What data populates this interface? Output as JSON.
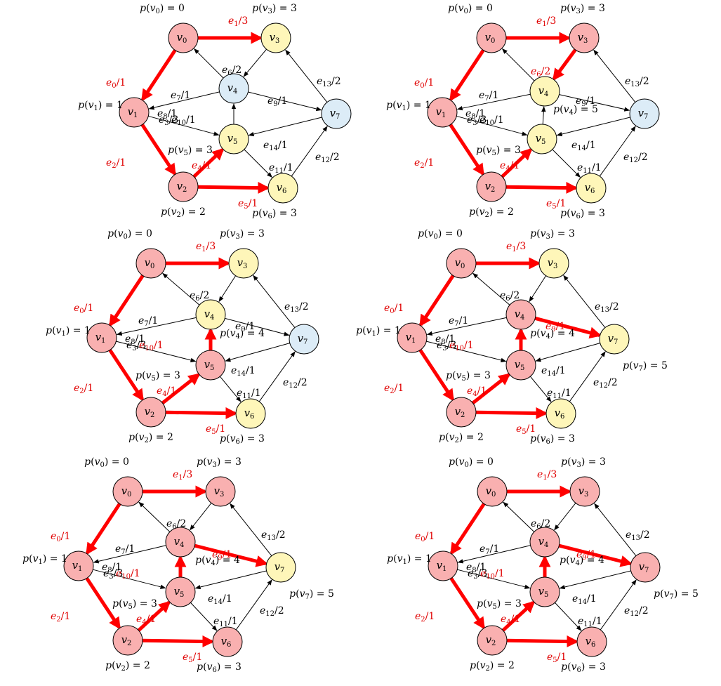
{
  "colors": {
    "visited_fill": "#f9b0b0",
    "frontier_fill": "#fef6b9",
    "unvisited_fill": "#dcecf7",
    "tree_edge": "#ff0000",
    "normal_edge": "#000000",
    "tree_label": "#e00000",
    "normal_label": "#000000"
  },
  "panels": [
    {
      "id": "step-1",
      "node_states": [
        "visited",
        "visited",
        "visited",
        "frontier",
        "unvisited",
        "frontier",
        "frontier",
        "unvisited"
      ],
      "tree_edges": [
        "e0",
        "e1",
        "e2",
        "e4",
        "e5"
      ],
      "potentials": [
        {
          "node": "v0",
          "value": "0"
        },
        {
          "node": "v1",
          "value": "1"
        },
        {
          "node": "v2",
          "value": "2"
        },
        {
          "node": "v3",
          "value": "3"
        },
        {
          "node": "v5",
          "value": "3"
        },
        {
          "node": "v6",
          "value": "3"
        }
      ]
    },
    {
      "id": "step-2",
      "node_states": [
        "visited",
        "visited",
        "visited",
        "visited",
        "frontier",
        "frontier",
        "frontier",
        "unvisited"
      ],
      "tree_edges": [
        "e0",
        "e1",
        "e2",
        "e4",
        "e5",
        "e6"
      ],
      "potentials": [
        {
          "node": "v0",
          "value": "0"
        },
        {
          "node": "v1",
          "value": "1"
        },
        {
          "node": "v2",
          "value": "2"
        },
        {
          "node": "v3",
          "value": "3"
        },
        {
          "node": "v4",
          "value": "5"
        },
        {
          "node": "v5",
          "value": "3"
        },
        {
          "node": "v6",
          "value": "3"
        }
      ]
    },
    {
      "id": "step-3",
      "node_states": [
        "visited",
        "visited",
        "visited",
        "frontier",
        "frontier",
        "visited",
        "frontier",
        "unvisited"
      ],
      "tree_edges": [
        "e0",
        "e1",
        "e2",
        "e4",
        "e5",
        "e10"
      ],
      "potentials": [
        {
          "node": "v0",
          "value": "0"
        },
        {
          "node": "v1",
          "value": "1"
        },
        {
          "node": "v2",
          "value": "2"
        },
        {
          "node": "v3",
          "value": "3"
        },
        {
          "node": "v4",
          "value": "4"
        },
        {
          "node": "v5",
          "value": "3"
        },
        {
          "node": "v6",
          "value": "3"
        }
      ]
    },
    {
      "id": "step-4",
      "node_states": [
        "visited",
        "visited",
        "visited",
        "frontier",
        "visited",
        "visited",
        "frontier",
        "frontier"
      ],
      "tree_edges": [
        "e0",
        "e1",
        "e2",
        "e4",
        "e5",
        "e9",
        "e10"
      ],
      "potentials": [
        {
          "node": "v0",
          "value": "0"
        },
        {
          "node": "v1",
          "value": "1"
        },
        {
          "node": "v2",
          "value": "2"
        },
        {
          "node": "v3",
          "value": "3"
        },
        {
          "node": "v4",
          "value": "4"
        },
        {
          "node": "v5",
          "value": "3"
        },
        {
          "node": "v6",
          "value": "3"
        },
        {
          "node": "v7",
          "value": "5"
        }
      ]
    },
    {
      "id": "step-5",
      "node_states": [
        "visited",
        "visited",
        "visited",
        "visited",
        "visited",
        "visited",
        "visited",
        "frontier"
      ],
      "tree_edges": [
        "e0",
        "e1",
        "e2",
        "e4",
        "e5",
        "e9",
        "e10"
      ],
      "potentials": [
        {
          "node": "v0",
          "value": "0"
        },
        {
          "node": "v1",
          "value": "1"
        },
        {
          "node": "v2",
          "value": "2"
        },
        {
          "node": "v3",
          "value": "3"
        },
        {
          "node": "v4",
          "value": "4"
        },
        {
          "node": "v5",
          "value": "3"
        },
        {
          "node": "v6",
          "value": "3"
        },
        {
          "node": "v7",
          "value": "5"
        }
      ]
    },
    {
      "id": "step-6",
      "node_states": [
        "visited",
        "visited",
        "visited",
        "visited",
        "visited",
        "visited",
        "visited",
        "visited"
      ],
      "tree_edges": [
        "e0",
        "e1",
        "e2",
        "e4",
        "e5",
        "e9",
        "e10"
      ],
      "potentials": [
        {
          "node": "v0",
          "value": "0"
        },
        {
          "node": "v1",
          "value": "1"
        },
        {
          "node": "v2",
          "value": "2"
        },
        {
          "node": "v3",
          "value": "3"
        },
        {
          "node": "v4",
          "value": "4"
        },
        {
          "node": "v5",
          "value": "3"
        },
        {
          "node": "v6",
          "value": "3"
        },
        {
          "node": "v7",
          "value": "5"
        }
      ]
    }
  ],
  "graph": {
    "nodes": [
      {
        "id": "v0",
        "name": "v",
        "sub": "0"
      },
      {
        "id": "v1",
        "name": "v",
        "sub": "1"
      },
      {
        "id": "v2",
        "name": "v",
        "sub": "2"
      },
      {
        "id": "v3",
        "name": "v",
        "sub": "3"
      },
      {
        "id": "v4",
        "name": "v",
        "sub": "4"
      },
      {
        "id": "v5",
        "name": "v",
        "sub": "5"
      },
      {
        "id": "v6",
        "name": "v",
        "sub": "6"
      },
      {
        "id": "v7",
        "name": "v",
        "sub": "7"
      }
    ],
    "edges": [
      {
        "id": "e0",
        "from": "v0",
        "to": "v1",
        "name": "e",
        "sub": "0",
        "weight": "1"
      },
      {
        "id": "e1",
        "from": "v0",
        "to": "v3",
        "name": "e",
        "sub": "1",
        "weight": "3"
      },
      {
        "id": "e2",
        "from": "v1",
        "to": "v2",
        "name": "e",
        "sub": "2",
        "weight": "1"
      },
      {
        "id": "e3",
        "from": "v1",
        "to": "v5",
        "name": "e",
        "sub": "3",
        "weight": "3"
      },
      {
        "id": "e4",
        "from": "v2",
        "to": "v5",
        "name": "e",
        "sub": "4",
        "weight": "1"
      },
      {
        "id": "e5",
        "from": "v2",
        "to": "v6",
        "name": "e",
        "sub": "5",
        "weight": "1"
      },
      {
        "id": "e6",
        "from": "v3",
        "to": "v4",
        "name": "e",
        "sub": "6",
        "weight": "2"
      },
      {
        "id": "e7",
        "from": "v4",
        "to": "v0",
        "name": "e",
        "sub": "7",
        "weight": "1"
      },
      {
        "id": "e8",
        "from": "v4",
        "to": "v1",
        "name": "e",
        "sub": "8",
        "weight": "1"
      },
      {
        "id": "e9",
        "from": "v4",
        "to": "v7",
        "name": "e",
        "sub": "9",
        "weight": "1"
      },
      {
        "id": "e10",
        "from": "v5",
        "to": "v4",
        "name": "e",
        "sub": "10",
        "weight": "1"
      },
      {
        "id": "e11",
        "from": "v5",
        "to": "v6",
        "name": "e",
        "sub": "11",
        "weight": "1"
      },
      {
        "id": "e12",
        "from": "v6",
        "to": "v7",
        "name": "e",
        "sub": "12",
        "weight": "2"
      },
      {
        "id": "e13",
        "from": "v7",
        "to": "v3",
        "name": "e",
        "sub": "13",
        "weight": "2"
      },
      {
        "id": "e14",
        "from": "v7",
        "to": "v5",
        "name": "e",
        "sub": "14",
        "weight": "1"
      }
    ]
  }
}
